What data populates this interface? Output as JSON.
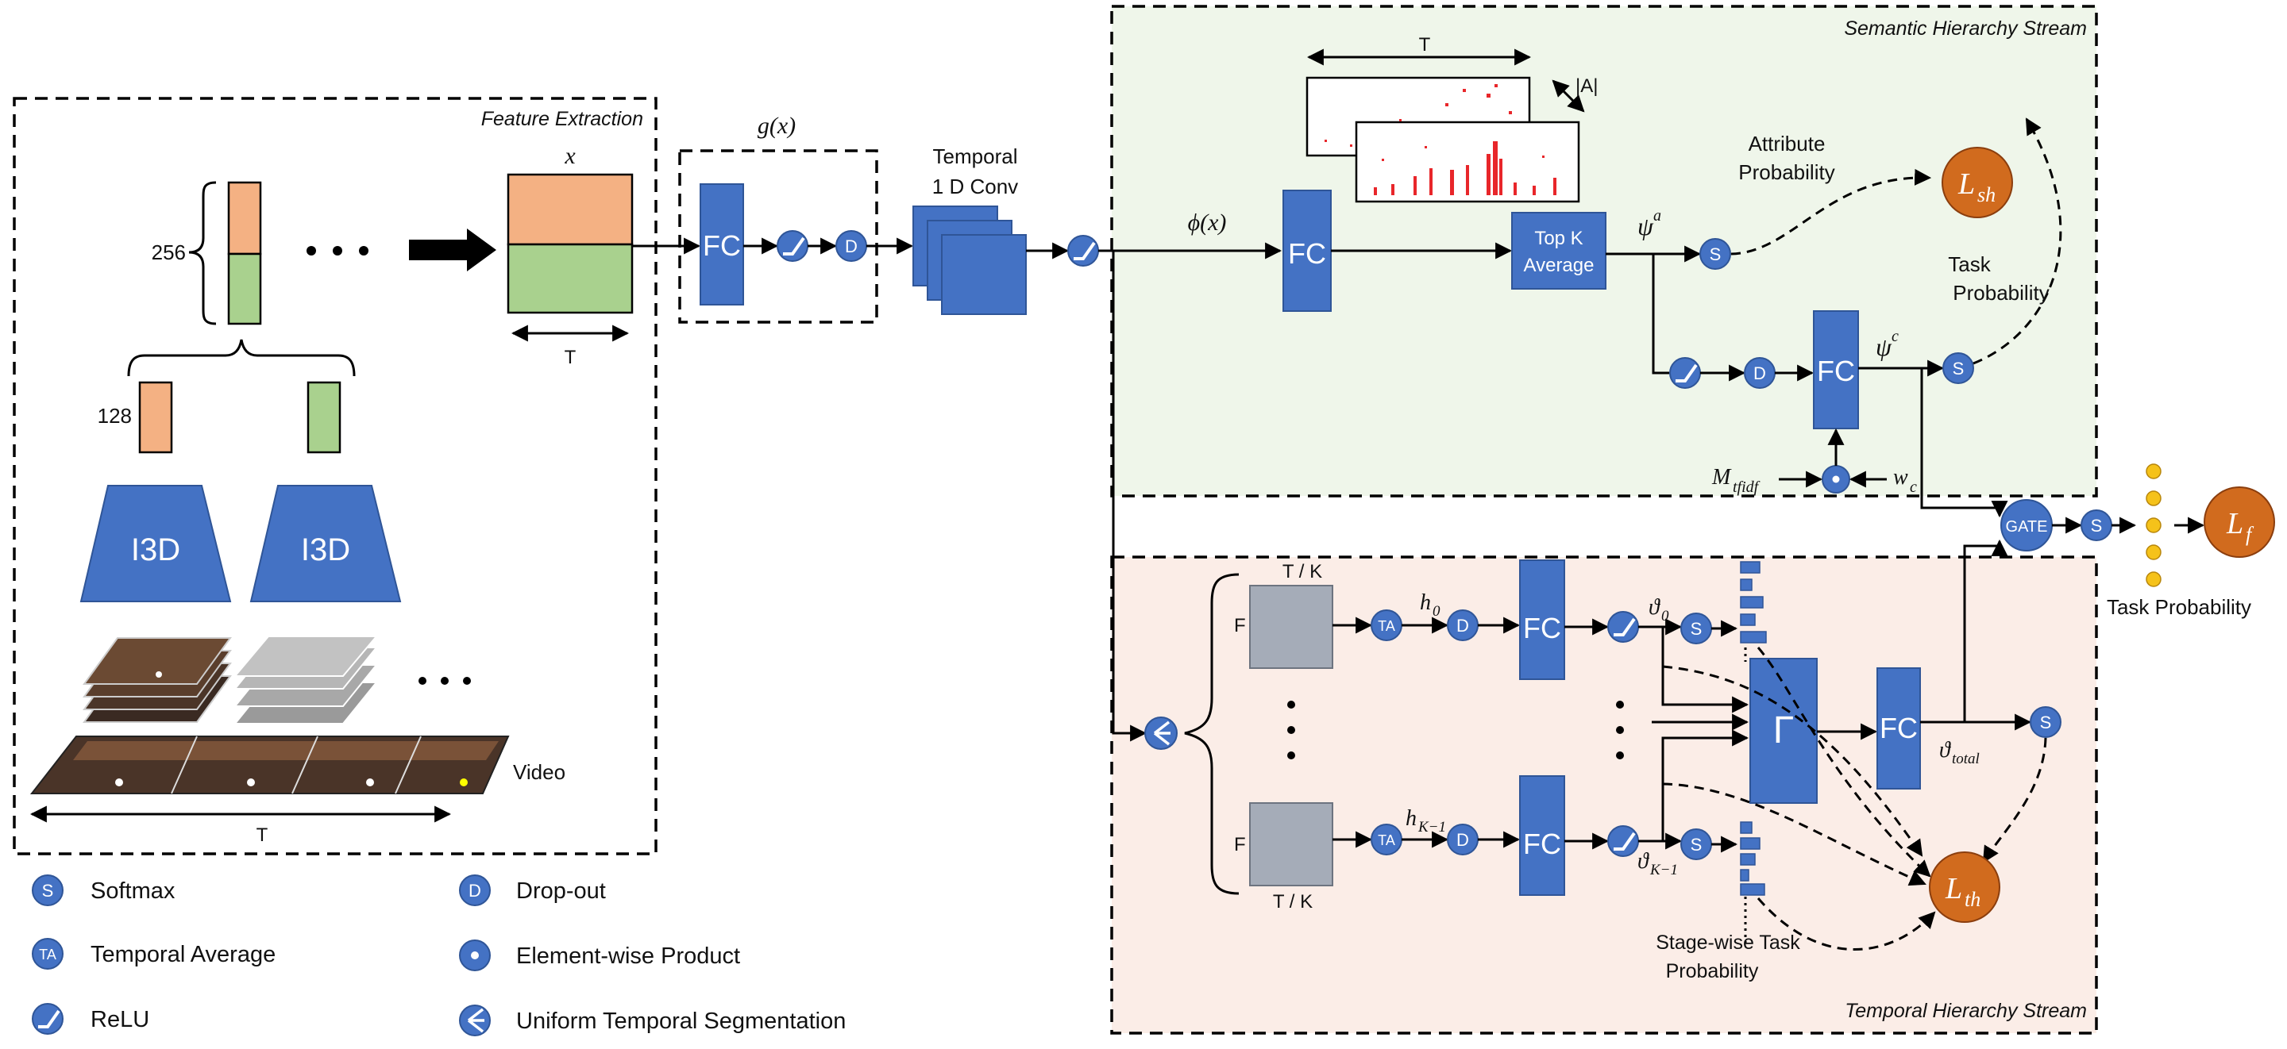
{
  "feature_extraction": {
    "title": "Feature Extraction",
    "x_label": "x",
    "t_label": "T",
    "dim_256": "256",
    "dim_128": "128",
    "i3d_left": "I3D",
    "i3d_right": "I3D",
    "video_label": "Video",
    "video_t": "T"
  },
  "gx": {
    "label": "g(x)",
    "fc": "FC",
    "dropout": "D"
  },
  "temporal_conv": {
    "line1": "Temporal",
    "line2": "1 D Conv"
  },
  "semantic": {
    "title": "Semantic Hierarchy Stream",
    "phi": "ϕ(x)",
    "fc": "FC",
    "heatmap_t": "T",
    "heatmap_a": "|A|",
    "topk_line1": "Top K",
    "topk_line2": "Average",
    "psi_a": "ψ",
    "psi_a_sup": "a",
    "psi_c": "ψ",
    "psi_c_sup": "c",
    "attr_line1": "Attribute",
    "attr_line2": "Probability",
    "task_line1": "Task",
    "task_line2": "Probability",
    "fc2": "FC",
    "dropout": "D",
    "softmax_a": "S",
    "softmax_c": "S",
    "m_tfidf": "M",
    "m_tfidf_sub": "tfidf",
    "w_c": "w",
    "w_c_sub": "c",
    "loss": "L",
    "loss_sub": "sh"
  },
  "gate": {
    "label": "GATE",
    "softmax": "S",
    "loss": "L",
    "loss_sub": "f",
    "task_prob": "Task Probability"
  },
  "temporal": {
    "title": "Temporal Hierarchy Stream",
    "tk_top": "T / K",
    "tk_bottom": "T / K",
    "f_top": "F",
    "f_bottom": "F",
    "ta_top": "TA",
    "ta_bottom": "TA",
    "h0": "h",
    "h0_sub": "0",
    "hk": "h",
    "hk_sub": "K−1",
    "d_top": "D",
    "d_bottom": "D",
    "fc_top": "FC",
    "fc_bottom": "FC",
    "theta0": "ϑ",
    "theta0_sub": "0",
    "thetak": "ϑ",
    "thetak_sub": "K−1",
    "s_top": "S",
    "s_bottom": "S",
    "gamma": "Γ",
    "fc_total": "FC",
    "theta_total": "ϑ",
    "theta_total_sub": "total",
    "s_total": "S",
    "stage_line1": "Stage-wise Task",
    "stage_line2": "Probability",
    "loss": "L",
    "loss_sub": "th"
  },
  "legend": {
    "softmax_icon": "S",
    "softmax": "Softmax",
    "ta_icon": "TA",
    "ta": "Temporal Average",
    "relu": "ReLU",
    "dropout_icon": "D",
    "dropout": "Drop-out",
    "product": "Element-wise Product",
    "segmentation": "Uniform Temporal Segmentation"
  },
  "colors": {
    "block_blue": "#4472C4",
    "loss_orange": "#D16B1E",
    "semantic_bg": "#EFF6EA",
    "temporal_bg": "#FBEDE7",
    "feat_orange": "#F4B183",
    "feat_green": "#A9D18E",
    "dot_yellow": "#F5C21A"
  }
}
